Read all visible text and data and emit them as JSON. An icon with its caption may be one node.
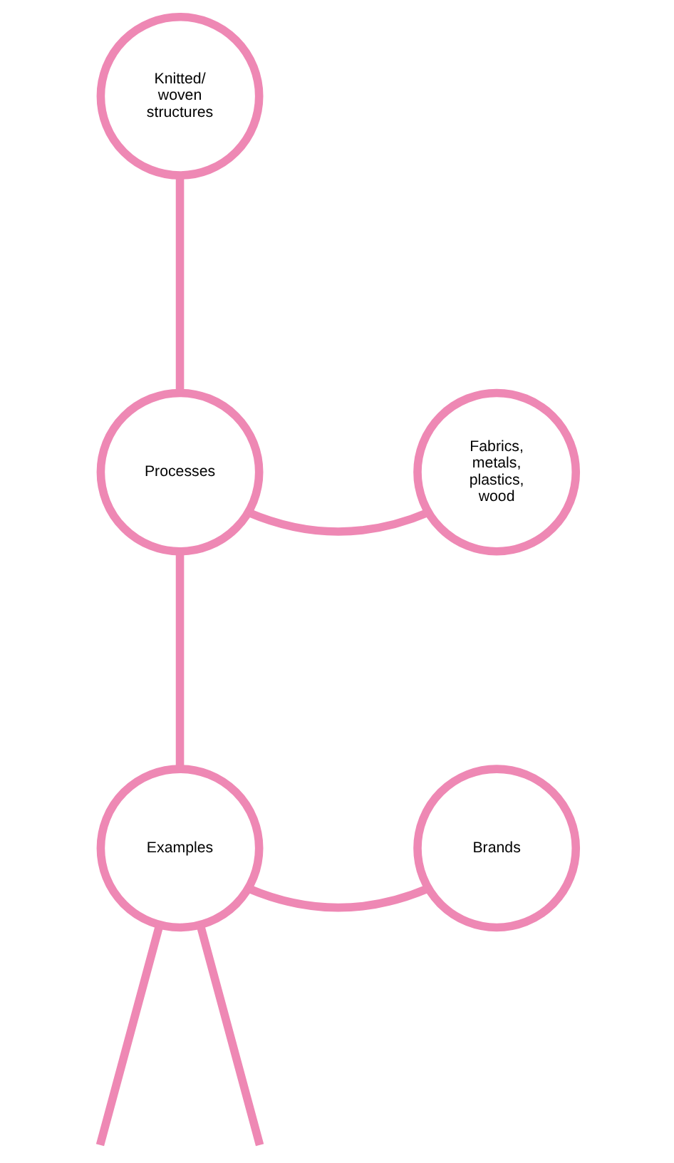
{
  "diagram": {
    "nodes": [
      {
        "text": [
          "Knitted/ woven structures"
        ]
      },
      {
        "text": [
          "Processes"
        ]
      },
      {
        "text": [
          "Fabrics, metals, plastics, wood"
        ]
      },
      {
        "text": [
          "Examples"
        ]
      },
      {
        "text": [
          "Brands"
        ]
      }
    ],
    "edges": [
      {
        "from": 0,
        "to": 1,
        "arrow": "none"
      },
      {
        "from": 1,
        "to": 2,
        "arrow": "none"
      },
      {
        "from": 1,
        "to": 3,
        "arrow": "none"
      },
      {
        "from": 3,
        "to": 4,
        "arrow": "none"
      },
      {
        "from": 3,
        "to": null,
        "arrow": "none"
      },
      {
        "from": 3,
        "to": null,
        "arrow": "none"
      }
    ]
  }
}
